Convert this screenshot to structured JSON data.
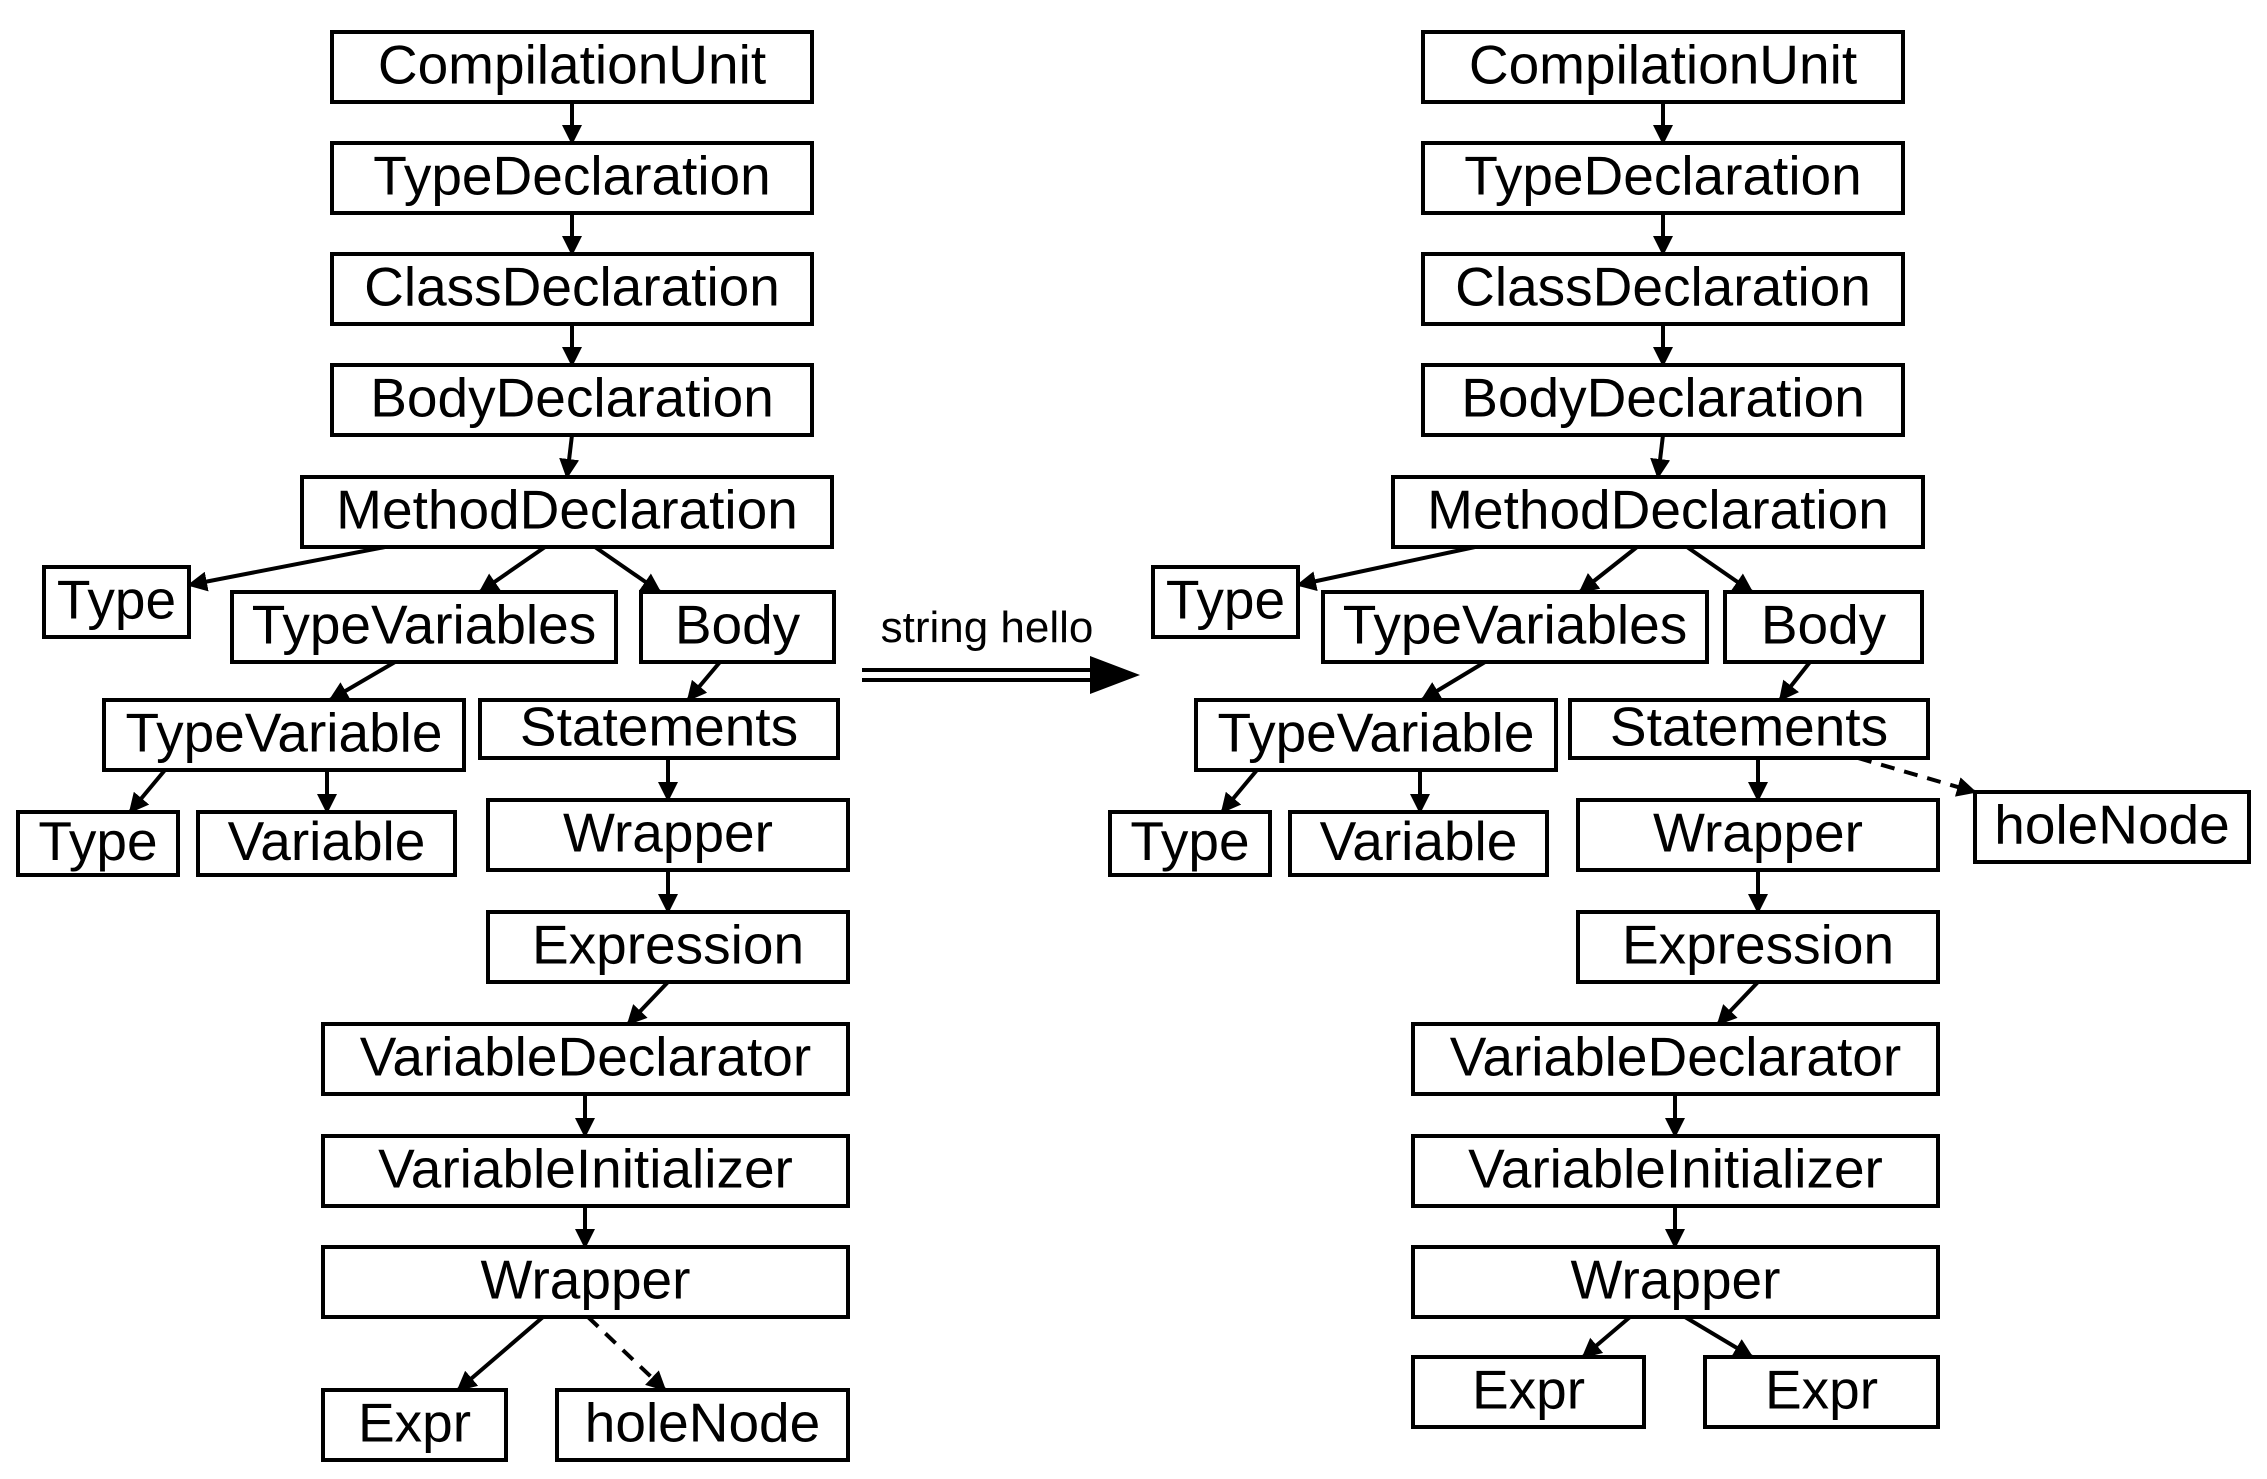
{
  "trees": [
    {
      "id": "left",
      "nodes": [
        {
          "id": "cu",
          "label": "CompilationUnit"
        },
        {
          "id": "td",
          "label": "TypeDeclaration"
        },
        {
          "id": "cd",
          "label": "ClassDeclaration"
        },
        {
          "id": "bd",
          "label": "BodyDeclaration"
        },
        {
          "id": "md",
          "label": "MethodDeclaration"
        },
        {
          "id": "type1",
          "label": "Type"
        },
        {
          "id": "tvs",
          "label": "TypeVariables"
        },
        {
          "id": "body",
          "label": "Body"
        },
        {
          "id": "tv",
          "label": "TypeVariable"
        },
        {
          "id": "stmts",
          "label": "Statements"
        },
        {
          "id": "type2",
          "label": "Type"
        },
        {
          "id": "var",
          "label": "Variable"
        },
        {
          "id": "wrap1",
          "label": "Wrapper"
        },
        {
          "id": "expr",
          "label": "Expression"
        },
        {
          "id": "vdecl",
          "label": "VariableDeclarator"
        },
        {
          "id": "vinit",
          "label": "VariableInitializer"
        },
        {
          "id": "wrap2",
          "label": "Wrapper"
        },
        {
          "id": "e1",
          "label": "Expr"
        },
        {
          "id": "hole",
          "label": "holeNode"
        }
      ],
      "edges": [
        {
          "from": "cu",
          "to": "td"
        },
        {
          "from": "td",
          "to": "cd"
        },
        {
          "from": "cd",
          "to": "bd"
        },
        {
          "from": "bd",
          "to": "md"
        },
        {
          "from": "md",
          "to": "type1"
        },
        {
          "from": "md",
          "to": "tvs"
        },
        {
          "from": "md",
          "to": "body"
        },
        {
          "from": "tvs",
          "to": "tv"
        },
        {
          "from": "body",
          "to": "stmts"
        },
        {
          "from": "tv",
          "to": "type2"
        },
        {
          "from": "tv",
          "to": "var"
        },
        {
          "from": "stmts",
          "to": "wrap1"
        },
        {
          "from": "wrap1",
          "to": "expr"
        },
        {
          "from": "expr",
          "to": "vdecl"
        },
        {
          "from": "vdecl",
          "to": "vinit"
        },
        {
          "from": "vinit",
          "to": "wrap2"
        },
        {
          "from": "wrap2",
          "to": "e1"
        },
        {
          "from": "wrap2",
          "to": "hole",
          "dashed": true
        }
      ]
    },
    {
      "id": "right",
      "nodes": [
        {
          "id": "cu",
          "label": "CompilationUnit"
        },
        {
          "id": "td",
          "label": "TypeDeclaration"
        },
        {
          "id": "cd",
          "label": "ClassDeclaration"
        },
        {
          "id": "bd",
          "label": "BodyDeclaration"
        },
        {
          "id": "md",
          "label": "MethodDeclaration"
        },
        {
          "id": "type1",
          "label": "Type"
        },
        {
          "id": "tvs",
          "label": "TypeVariables"
        },
        {
          "id": "body",
          "label": "Body"
        },
        {
          "id": "tv",
          "label": "TypeVariable"
        },
        {
          "id": "stmts",
          "label": "Statements"
        },
        {
          "id": "hole",
          "label": "holeNode"
        },
        {
          "id": "type2",
          "label": "Type"
        },
        {
          "id": "var",
          "label": "Variable"
        },
        {
          "id": "wrap1",
          "label": "Wrapper"
        },
        {
          "id": "expr",
          "label": "Expression"
        },
        {
          "id": "vdecl",
          "label": "VariableDeclarator"
        },
        {
          "id": "vinit",
          "label": "VariableInitializer"
        },
        {
          "id": "wrap2",
          "label": "Wrapper"
        },
        {
          "id": "e1",
          "label": "Expr"
        },
        {
          "id": "e2",
          "label": "Expr"
        }
      ],
      "edges": [
        {
          "from": "cu",
          "to": "td"
        },
        {
          "from": "td",
          "to": "cd"
        },
        {
          "from": "cd",
          "to": "bd"
        },
        {
          "from": "bd",
          "to": "md"
        },
        {
          "from": "md",
          "to": "type1"
        },
        {
          "from": "md",
          "to": "tvs"
        },
        {
          "from": "md",
          "to": "body"
        },
        {
          "from": "tvs",
          "to": "tv"
        },
        {
          "from": "body",
          "to": "stmts"
        },
        {
          "from": "stmts",
          "to": "hole",
          "dashed": true
        },
        {
          "from": "tv",
          "to": "type2"
        },
        {
          "from": "tv",
          "to": "var"
        },
        {
          "from": "stmts",
          "to": "wrap1"
        },
        {
          "from": "wrap1",
          "to": "expr"
        },
        {
          "from": "expr",
          "to": "vdecl"
        },
        {
          "from": "vdecl",
          "to": "vinit"
        },
        {
          "from": "vinit",
          "to": "wrap2"
        },
        {
          "from": "wrap2",
          "to": "e1"
        },
        {
          "from": "wrap2",
          "to": "e2"
        }
      ]
    }
  ],
  "transition": {
    "label": "string hello"
  }
}
